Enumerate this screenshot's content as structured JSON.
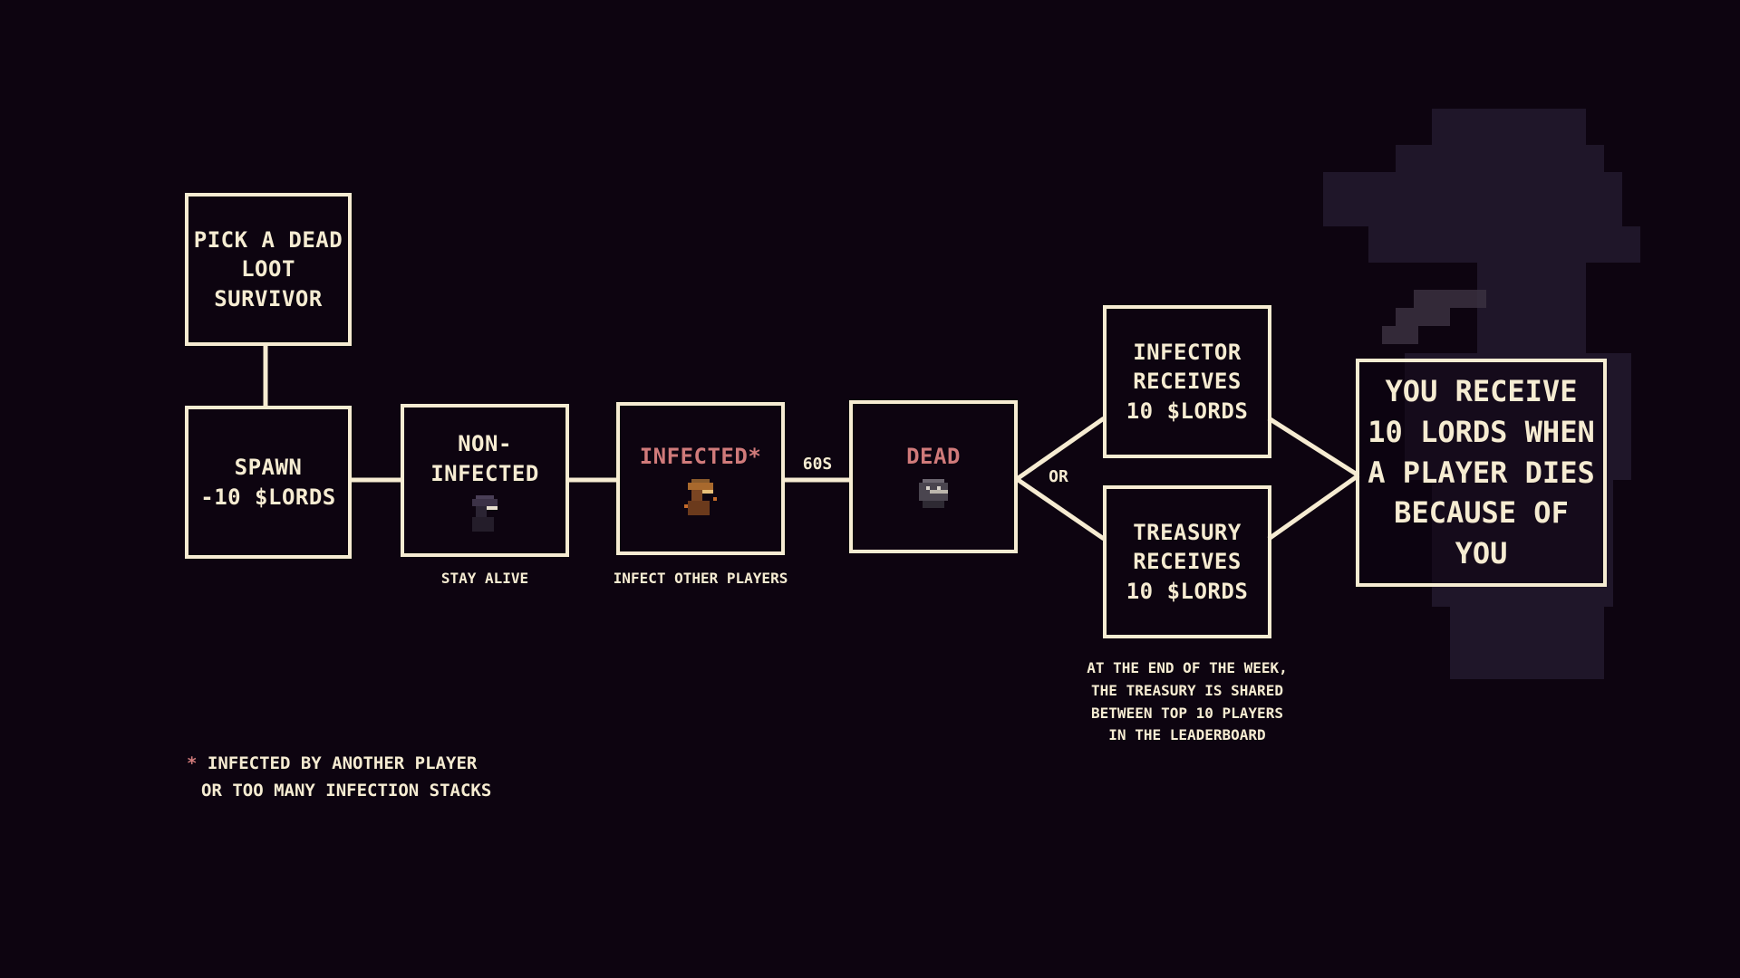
{
  "nodes": {
    "pick_dead": [
      "PICK A DEAD",
      "LOOT SURVIVOR"
    ],
    "spawn": [
      "SPAWN",
      "-10 $LORDS"
    ],
    "non_infected": "NON-INFECTED",
    "infected": "INFECTED*",
    "dead": "DEAD",
    "infector": [
      "INFECTOR",
      "RECEIVES",
      "10 $LORDS"
    ],
    "treasury": [
      "TREASURY",
      "RECEIVES",
      "10 $LORDS"
    ],
    "reward": [
      "YOU RECEIVE",
      "10 LORDS WHEN",
      "A PLAYER DIES",
      "BECAUSE OF YOU"
    ]
  },
  "captions": {
    "stay_alive": "STAY ALIVE",
    "infect_others": "INFECT OTHER PLAYERS",
    "timer": "60S",
    "or": "OR",
    "treasury_note": [
      "AT THE END OF THE WEEK,",
      "THE TREASURY IS SHARED",
      "BETWEEN TOP 10 PLAYERS",
      "IN THE LEADERBOARD"
    ]
  },
  "footnote": {
    "asterisk": "*",
    "lines": [
      "INFECTED BY ANOTHER PLAYER",
      "OR TOO MANY INFECTION STACKS"
    ]
  },
  "colors": {
    "background": "#0d0410",
    "line": "#f6ecd2",
    "accent_red": "#d07a7a"
  },
  "icons": {
    "non_infected": "plague-doctor-dark-icon",
    "infected": "plague-doctor-orange-icon",
    "dead": "skull-mask-icon",
    "background": "plague-doctor-silhouette"
  }
}
